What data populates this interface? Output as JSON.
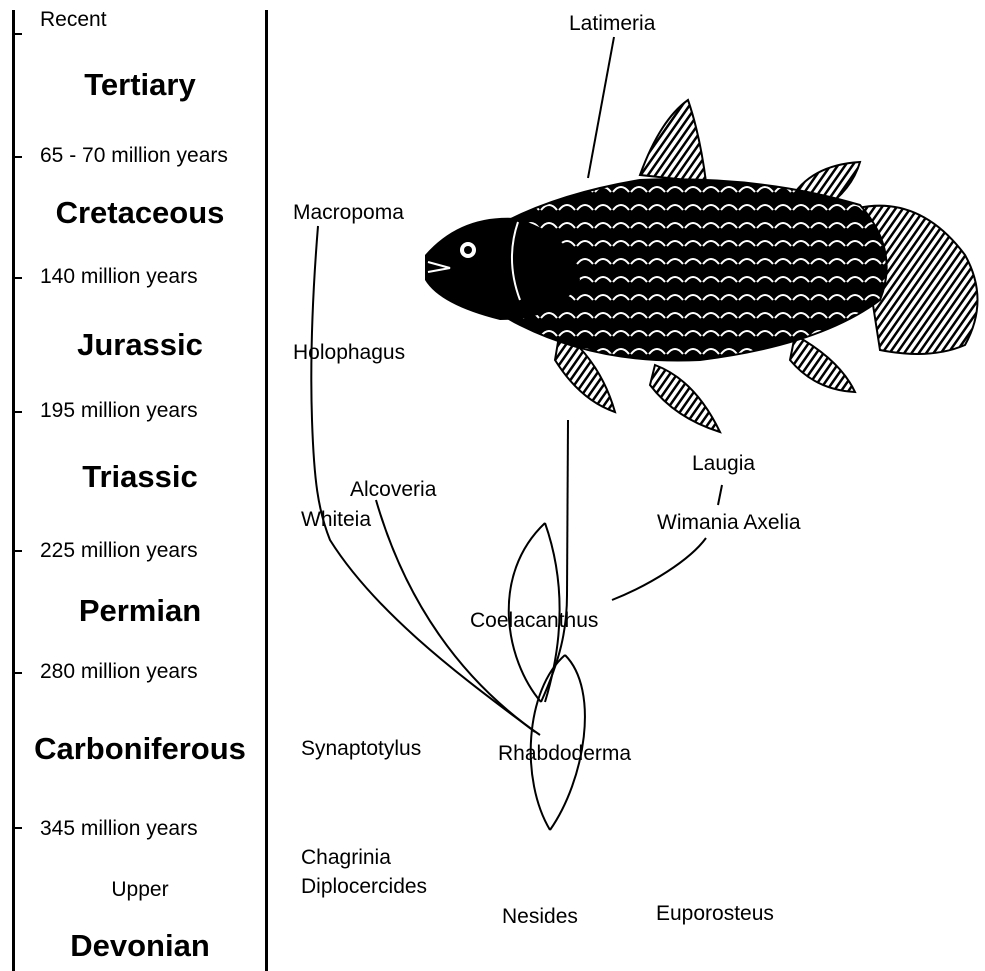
{
  "timeline": {
    "boundaries": [
      "Recent",
      "65 - 70 million years",
      "140 million years",
      "195 million years",
      "225 million years",
      "280 million years",
      "345 million years"
    ],
    "periods": [
      "Tertiary",
      "Cretaceous",
      "Jurassic",
      "Triassic",
      "Permian",
      "Carboniferous",
      "Devonian"
    ],
    "sub_label": "Upper"
  },
  "genera": {
    "latimeria": "Latimeria",
    "macropoma": "Macropoma",
    "holophagus": "Holophagus",
    "alcoveria": "Alcoveria",
    "whiteia": "Whiteia",
    "laugia": "Laugia",
    "wimania_axelia": "Wimania Axelia",
    "coelacanthus": "Coelacanthus",
    "synaptotylus": "Synaptotylus",
    "rhabdoderma": "Rhabdoderma",
    "chagrinia": "Chagrinia",
    "diplocercides": "Diplocercides",
    "nesides": "Nesides",
    "euporosteus": "Euporosteus"
  },
  "colors": {
    "ink": "#000000",
    "background": "#ffffff"
  },
  "illustration": "coelacanth-fish"
}
